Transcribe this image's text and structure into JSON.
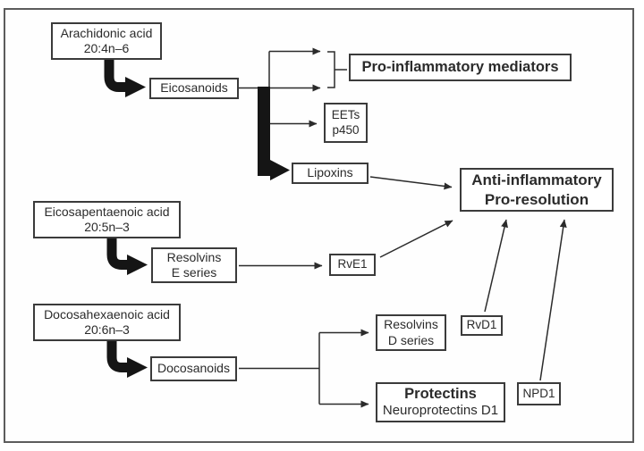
{
  "figure": {
    "type": "pathway-diagram",
    "colors": {
      "line": "#2b2b2b",
      "thick_arrow": "#151515",
      "box_border": "#3b3b3b",
      "frame_border": "#5c5c5c",
      "background": "#ffffff",
      "text": "#2b2b2b"
    },
    "nodes": {
      "arachidonic": {
        "line1": "Arachidonic acid",
        "line2": "20:4n–6"
      },
      "eicosanoids": {
        "label": "Eicosanoids"
      },
      "pro_inflammatory": {
        "label": "Pro-inflammatory mediators"
      },
      "eets": {
        "line1": "EETs",
        "line2": "p450"
      },
      "lipoxins": {
        "label": "Lipoxins"
      },
      "anti_inflammatory": {
        "line1": "Anti-inflammatory",
        "line2": "Pro-resolution"
      },
      "epa": {
        "line1": "Eicosapentaenoic acid",
        "line2": "20:5n–3"
      },
      "resolvins_e": {
        "line1": "Resolvins",
        "line2": "E series"
      },
      "rve1": {
        "label": "RvE1"
      },
      "dha": {
        "line1": "Docosahexaenoic acid",
        "line2": "20:6n–3"
      },
      "docosanoids": {
        "label": "Docosanoids"
      },
      "resolvins_d": {
        "line1": "Resolvins",
        "line2": "D series"
      },
      "rvd1": {
        "label": "RvD1"
      },
      "protectins": {
        "line1": "Protectins",
        "line2": "Neuroprotectins D1"
      },
      "npd1": {
        "label": "NPD1"
      }
    }
  }
}
